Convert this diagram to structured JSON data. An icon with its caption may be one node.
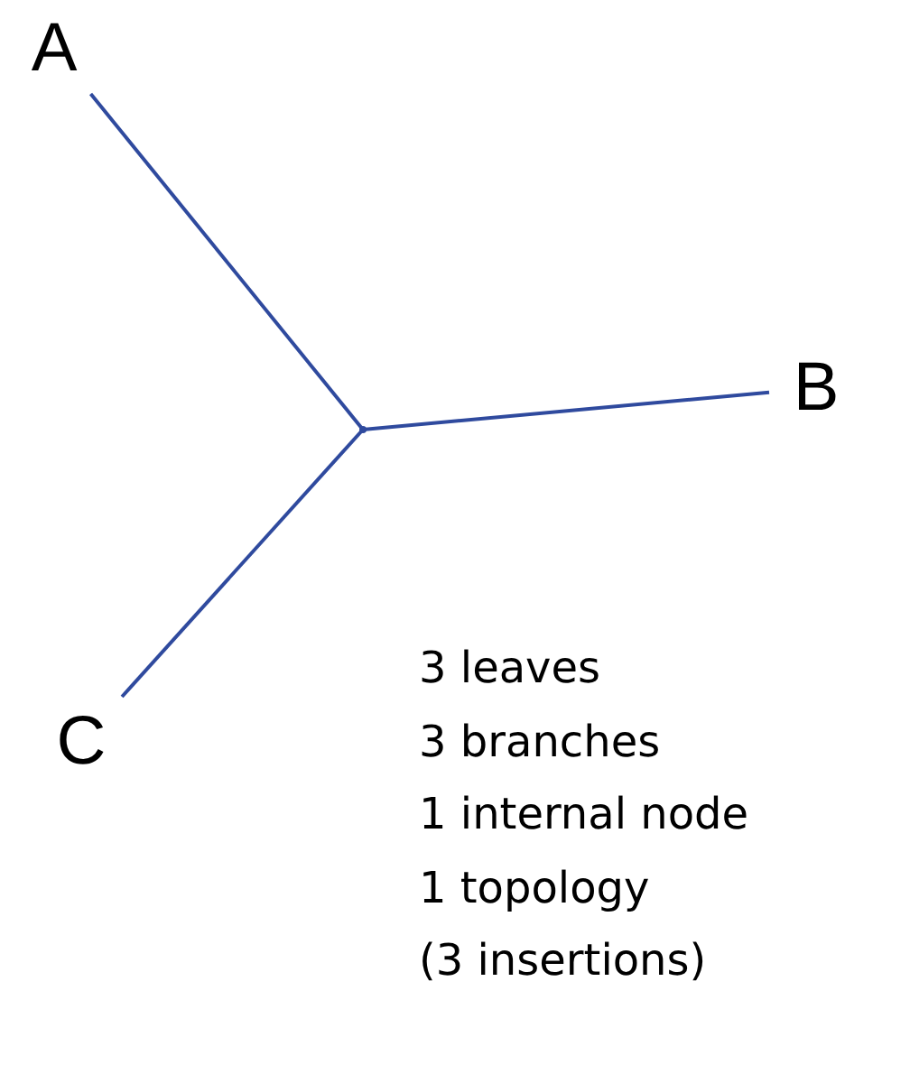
{
  "diagram": {
    "nodes": [
      {
        "text": [
          "A"
        ]
      },
      {
        "text": [
          "B"
        ]
      },
      {
        "text": [
          "C"
        ]
      },
      {
        "text": [],
        "shape": "dot"
      }
    ],
    "edges": [
      {
        "from": 0,
        "to": 3,
        "arrow": "none"
      },
      {
        "from": 1,
        "to": 3,
        "arrow": "none"
      },
      {
        "from": 2,
        "to": 3,
        "arrow": "none"
      }
    ],
    "labels": [
      "3 leaves",
      "3 branches",
      "1 internal node",
      "1 topology",
      "(3 insertions)"
    ]
  }
}
